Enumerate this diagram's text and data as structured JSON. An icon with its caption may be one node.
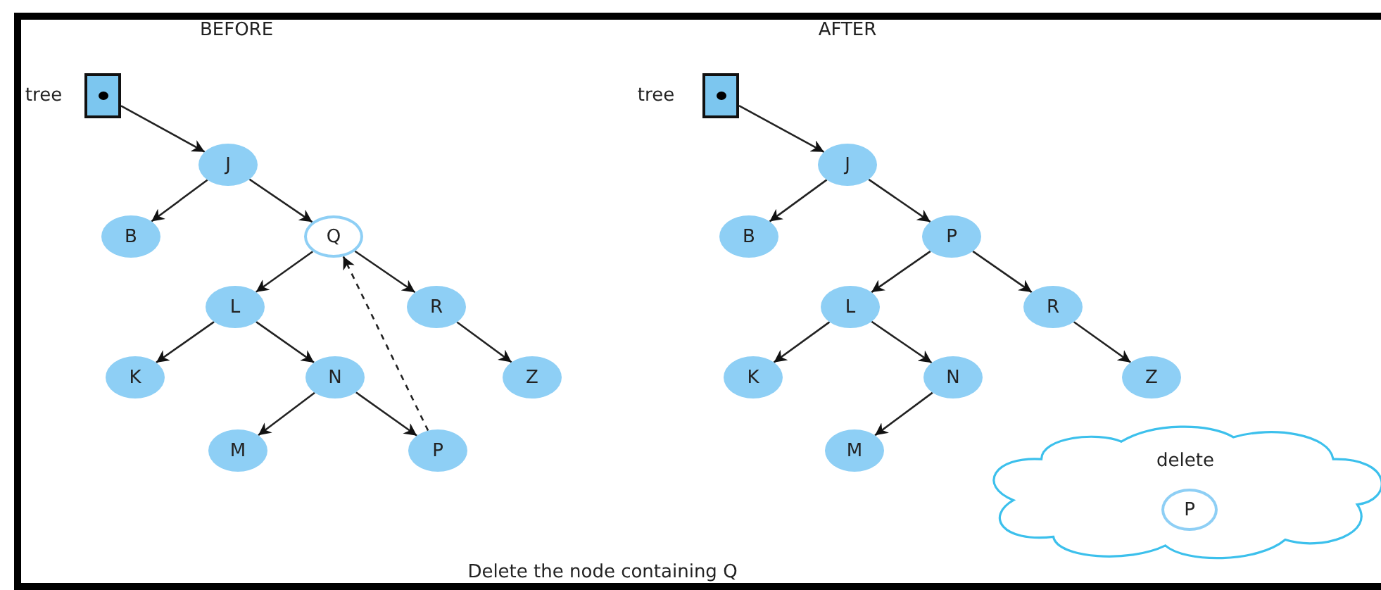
{
  "diagram": {
    "caption": "Delete the node containing Q",
    "nodes": [
      {
        "text": [],
        "shape": "box",
        "beside": [
          "tree"
        ]
      },
      {
        "text": [
          "J"
        ]
      },
      {
        "text": [
          "B"
        ]
      },
      {
        "text": [
          "Q"
        ]
      },
      {
        "text": [
          "L"
        ]
      },
      {
        "text": [
          "R"
        ]
      },
      {
        "text": [
          "K"
        ]
      },
      {
        "text": [
          "N"
        ]
      },
      {
        "text": [
          "Z"
        ]
      },
      {
        "text": [
          "M"
        ]
      },
      {
        "text": [
          "P"
        ]
      },
      {
        "text": [],
        "shape": "box",
        "beside": [
          "tree"
        ]
      },
      {
        "text": [
          "J"
        ]
      },
      {
        "text": [
          "B"
        ]
      },
      {
        "text": [
          "P"
        ]
      },
      {
        "text": [
          "L"
        ]
      },
      {
        "text": [
          "R"
        ]
      },
      {
        "text": [
          "K"
        ]
      },
      {
        "text": [
          "N"
        ]
      },
      {
        "text": [
          "Z"
        ]
      },
      {
        "text": [
          "M"
        ]
      },
      {
        "text": [
          "delete"
        ]
      },
      {
        "text": [
          "P"
        ],
        "in": 21
      }
    ],
    "edges": [
      {
        "from": 0,
        "to": 1,
        "arrow": "to"
      },
      {
        "from": 1,
        "to": 2,
        "arrow": "to"
      },
      {
        "from": 1,
        "to": 3,
        "arrow": "to"
      },
      {
        "from": 3,
        "to": 4,
        "arrow": "to"
      },
      {
        "from": 3,
        "to": 5,
        "arrow": "to"
      },
      {
        "from": 4,
        "to": 6,
        "arrow": "to"
      },
      {
        "from": 4,
        "to": 7,
        "arrow": "to"
      },
      {
        "from": 5,
        "to": 8,
        "arrow": "to"
      },
      {
        "from": 7,
        "to": 9,
        "arrow": "to"
      },
      {
        "from": 7,
        "to": 10,
        "arrow": "to"
      },
      {
        "from": 10,
        "to": 3,
        "arrow": "to",
        "style": "dashed"
      },
      {
        "from": 11,
        "to": 12,
        "arrow": "to"
      },
      {
        "from": 12,
        "to": 13,
        "arrow": "to"
      },
      {
        "from": 12,
        "to": 14,
        "arrow": "to"
      },
      {
        "from": 14,
        "to": 15,
        "arrow": "to"
      },
      {
        "from": 14,
        "to": 16,
        "arrow": "to"
      },
      {
        "from": 15,
        "to": 17,
        "arrow": "to"
      },
      {
        "from": 15,
        "to": 18,
        "arrow": "to"
      },
      {
        "from": 16,
        "to": 19,
        "arrow": "to"
      },
      {
        "from": 18,
        "to": 20,
        "arrow": "to"
      }
    ],
    "labels": [
      "BEFORE",
      "AFTER"
    ]
  }
}
